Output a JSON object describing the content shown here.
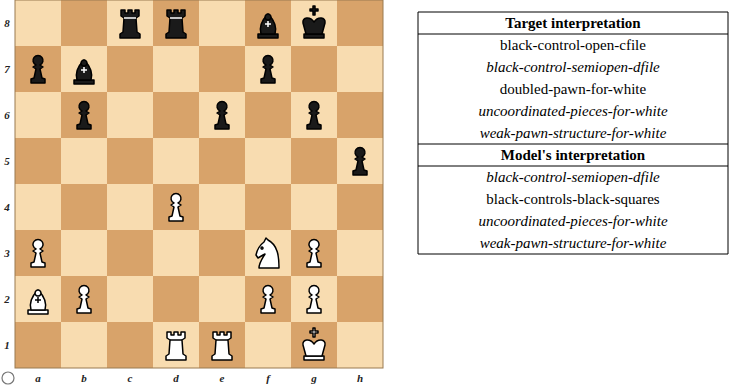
{
  "diagram": {
    "labels": [
      "8",
      "7",
      "6",
      "5",
      "4",
      "3",
      "2",
      "1",
      "a",
      "b",
      "c",
      "d",
      "e",
      "f",
      "g",
      "h",
      "Target interpretation",
      "black-control-open-cfile",
      "black-control-semiopen-dfile",
      "doubled-pawn-for-white",
      "uncoordinated-pieces-for-white",
      "weak-pawn-structure-for-white",
      "Model's interpretation",
      "black-control-semiopen-dfile",
      "black-controls-black-squares",
      "uncoordinated-pieces-for-white",
      "weak-pawn-structure-for-white"
    ]
  }
}
